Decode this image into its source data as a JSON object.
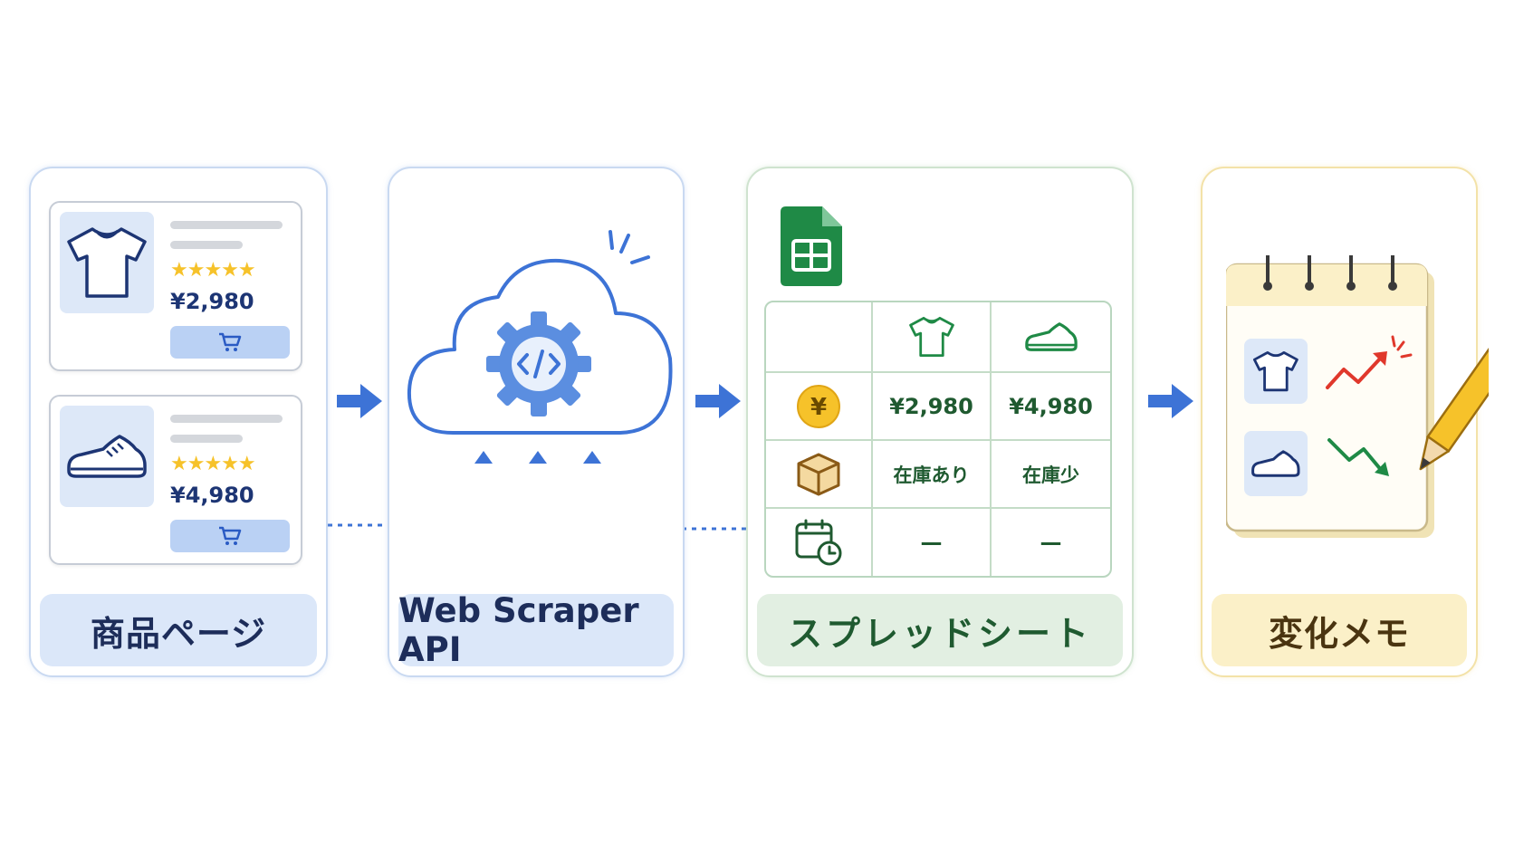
{
  "product_page": {
    "label": "商品ページ",
    "items": [
      {
        "icon": "tshirt-icon",
        "stars": "★★★★★",
        "price": "¥2,980"
      },
      {
        "icon": "sneaker-icon",
        "stars": "★★★★★",
        "price": "¥4,980"
      }
    ]
  },
  "api": {
    "label": "Web Scraper API"
  },
  "spreadsheet": {
    "label": "スプレッドシート",
    "rows": [
      {
        "icon": "yen-coin-icon",
        "tshirt": "¥2,980",
        "sneaker": "¥4,980"
      },
      {
        "icon": "box-icon",
        "tshirt": "在庫あり",
        "sneaker": "在庫少"
      },
      {
        "icon": "calendar-clock-icon",
        "tshirt": "—",
        "sneaker": "—"
      }
    ]
  },
  "memo": {
    "label": "変化メモ"
  },
  "colors": {
    "blue_accent": "#3d73d6",
    "green_accent": "#1f8a46",
    "red_trend": "#e0382c",
    "star": "#f6c22a"
  }
}
